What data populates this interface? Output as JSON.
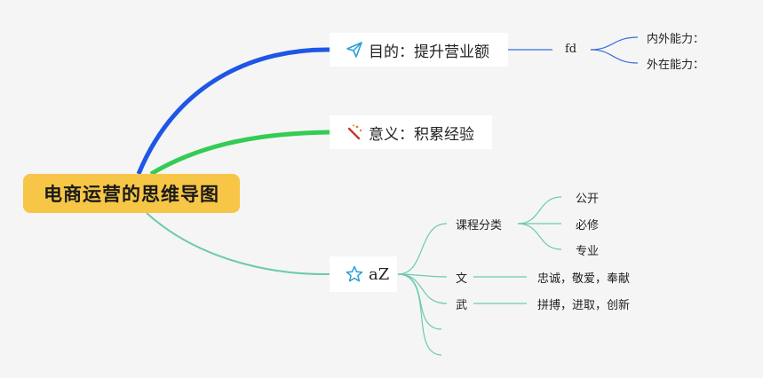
{
  "root": {
    "label": "电商运营的思维导图"
  },
  "branches": [
    {
      "label": "目的：提升营业额",
      "icon": "paper-plane-icon",
      "color": "#1e56e6",
      "child": {
        "label": "fd",
        "children": [
          "内外能力：",
          "外在能力："
        ]
      }
    },
    {
      "label": "意义：积累经验",
      "icon": "magic-wand-icon",
      "color": "#33cc55"
    },
    {
      "label": "aZ",
      "icon": "star-icon",
      "color": "#6cc9b0",
      "children": [
        {
          "label": "课程分类",
          "children": [
            "公开",
            "必修",
            "专业"
          ]
        },
        {
          "label": "文",
          "children": [
            "忠诚，敬爱，奉献"
          ]
        },
        {
          "label": "武",
          "children": [
            "拼搏，进取，创新"
          ]
        },
        {
          "label": ""
        },
        {
          "label": ""
        }
      ]
    }
  ]
}
